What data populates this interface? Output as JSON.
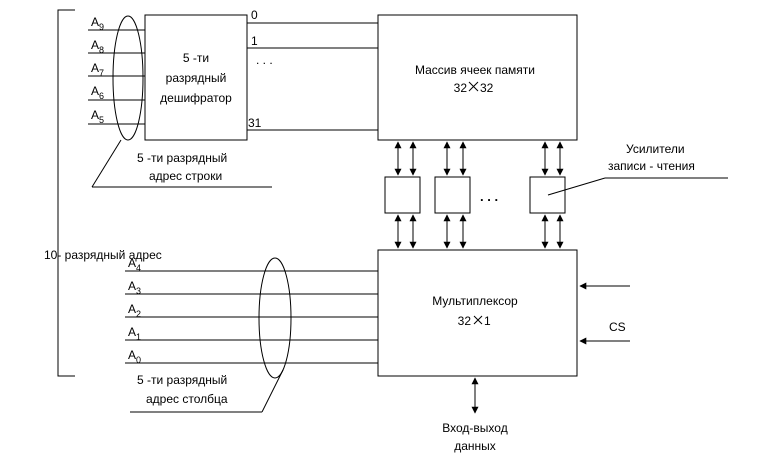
{
  "decoder": {
    "lines": [
      "5 -ти",
      "разрядный",
      "дешифратор"
    ]
  },
  "row_inputs": [
    {
      "letter": "A",
      "index": "9"
    },
    {
      "letter": "A",
      "index": "8"
    },
    {
      "letter": "A",
      "index": "7"
    },
    {
      "letter": "A",
      "index": "6"
    },
    {
      "letter": "A",
      "index": "5"
    }
  ],
  "decoder_outputs": {
    "first": "0",
    "second": "1",
    "dots": ". . .",
    "last": "31"
  },
  "row_address_label": [
    "5 -ти разрядный",
    "адрес строки"
  ],
  "memory": {
    "line1": "Массив ячеек памяти",
    "size_a": "32",
    "size_b": "32"
  },
  "amplifiers_label": [
    "Усилители",
    "записи - чтения"
  ],
  "amp_dots": ". . .",
  "address_label": "10- разрядный адрес",
  "col_inputs": [
    {
      "letter": "A",
      "index": "4"
    },
    {
      "letter": "A",
      "index": "3"
    },
    {
      "letter": "A",
      "index": "2"
    },
    {
      "letter": "A",
      "index": "1"
    },
    {
      "letter": "A",
      "index": "0"
    }
  ],
  "mux": {
    "line1": "Мультиплексор",
    "size_a": "32",
    "size_b": "1"
  },
  "cs_label": "CS",
  "col_address_label": [
    "5 -ти разрядный",
    "адрес столбца"
  ],
  "io_label": [
    "Вход-выход",
    "данных"
  ]
}
